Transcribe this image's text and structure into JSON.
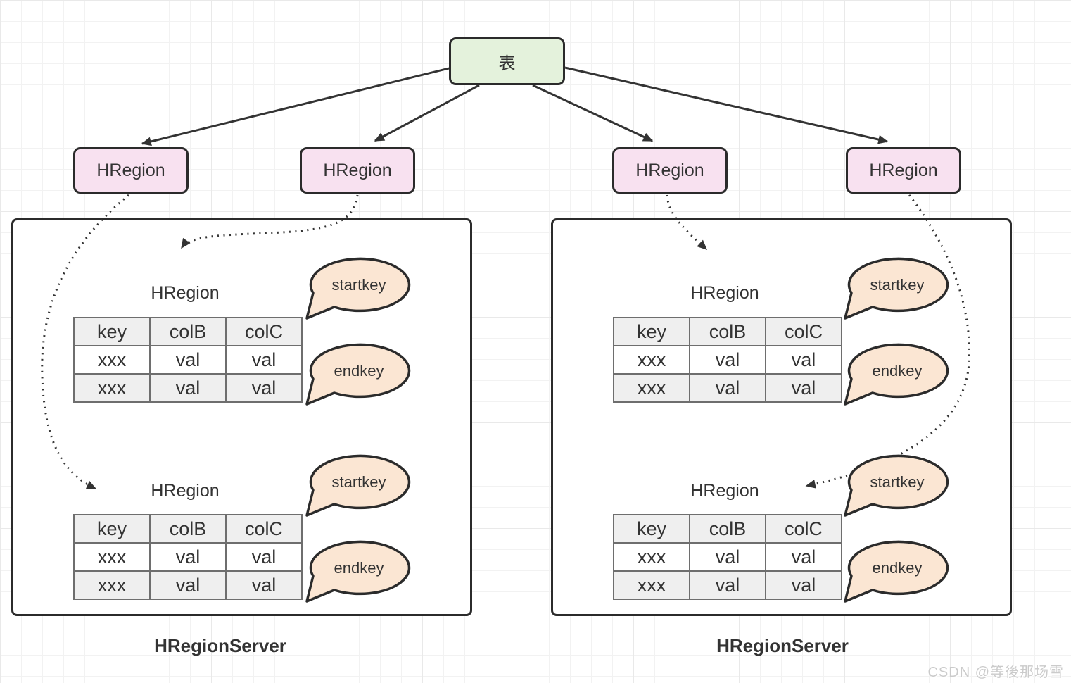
{
  "diagram": {
    "root_node": {
      "label": "表"
    },
    "region_nodes": [
      {
        "label": "HRegion"
      },
      {
        "label": "HRegion"
      },
      {
        "label": "HRegion"
      },
      {
        "label": "HRegion"
      }
    ],
    "servers": [
      {
        "label": "HRegionServer",
        "regions": [
          {
            "title": "HRegion",
            "table": {
              "headers": [
                "key",
                "colB",
                "colC"
              ],
              "rows": [
                [
                  "xxx",
                  "val",
                  "val"
                ],
                [
                  "xxx",
                  "val",
                  "val"
                ]
              ]
            },
            "startkey_label": "startkey",
            "endkey_label": "endkey"
          },
          {
            "title": "HRegion",
            "table": {
              "headers": [
                "key",
                "colB",
                "colC"
              ],
              "rows": [
                [
                  "xxx",
                  "val",
                  "val"
                ],
                [
                  "xxx",
                  "val",
                  "val"
                ]
              ]
            },
            "startkey_label": "startkey",
            "endkey_label": "endkey"
          }
        ]
      },
      {
        "label": "HRegionServer",
        "regions": [
          {
            "title": "HRegion",
            "table": {
              "headers": [
                "key",
                "colB",
                "colC"
              ],
              "rows": [
                [
                  "xxx",
                  "val",
                  "val"
                ],
                [
                  "xxx",
                  "val",
                  "val"
                ]
              ]
            },
            "startkey_label": "startkey",
            "endkey_label": "endkey"
          },
          {
            "title": "HRegion",
            "table": {
              "headers": [
                "key",
                "colB",
                "colC"
              ],
              "rows": [
                [
                  "xxx",
                  "val",
                  "val"
                ],
                [
                  "xxx",
                  "val",
                  "val"
                ]
              ]
            },
            "startkey_label": "startkey",
            "endkey_label": "endkey"
          }
        ]
      }
    ],
    "watermark": "CSDN @等後那场雪",
    "colors": {
      "root_fill": "#e4f2dc",
      "region_fill": "#f8e1f0",
      "bubble_fill": "#fbe6d3",
      "stroke": "#2b2b2b",
      "table_border": "#6e6e6e",
      "table_alt_bg": "#efefef",
      "grid_line": "#ededed",
      "watermark": "#cbcbcb"
    }
  }
}
